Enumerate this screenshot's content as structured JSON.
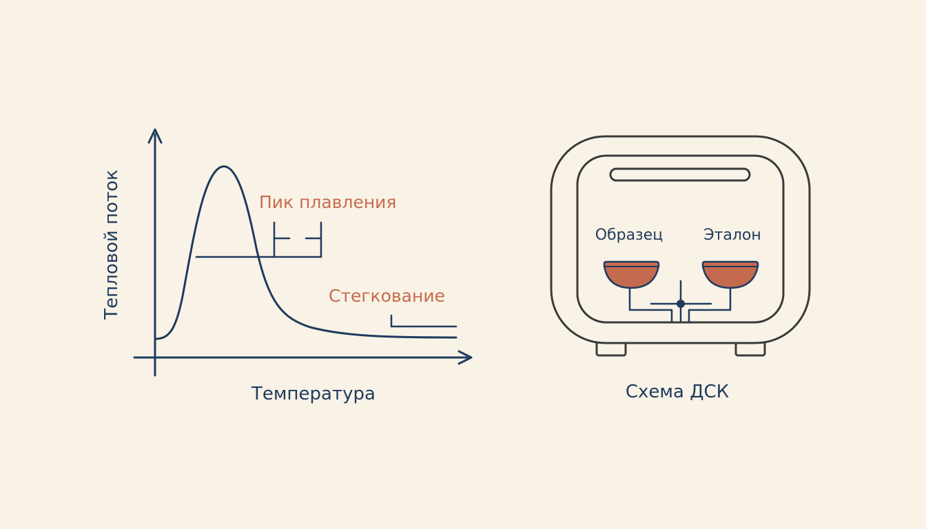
{
  "colors": {
    "background": "#f8f3e6",
    "ink": "#1f3a5f",
    "accent": "#c96a4c",
    "cup_fill": "#c46a4f",
    "device_outline": "#3a3a3a"
  },
  "chart": {
    "ylabel": "Тепловой поток",
    "xlabel": "Температура",
    "annotations": {
      "peak": "Пик плавления",
      "glass": "Стегкование"
    }
  },
  "device": {
    "caption": "Схема ДСК",
    "sample_label": "Образец",
    "reference_label": "Эталон"
  }
}
